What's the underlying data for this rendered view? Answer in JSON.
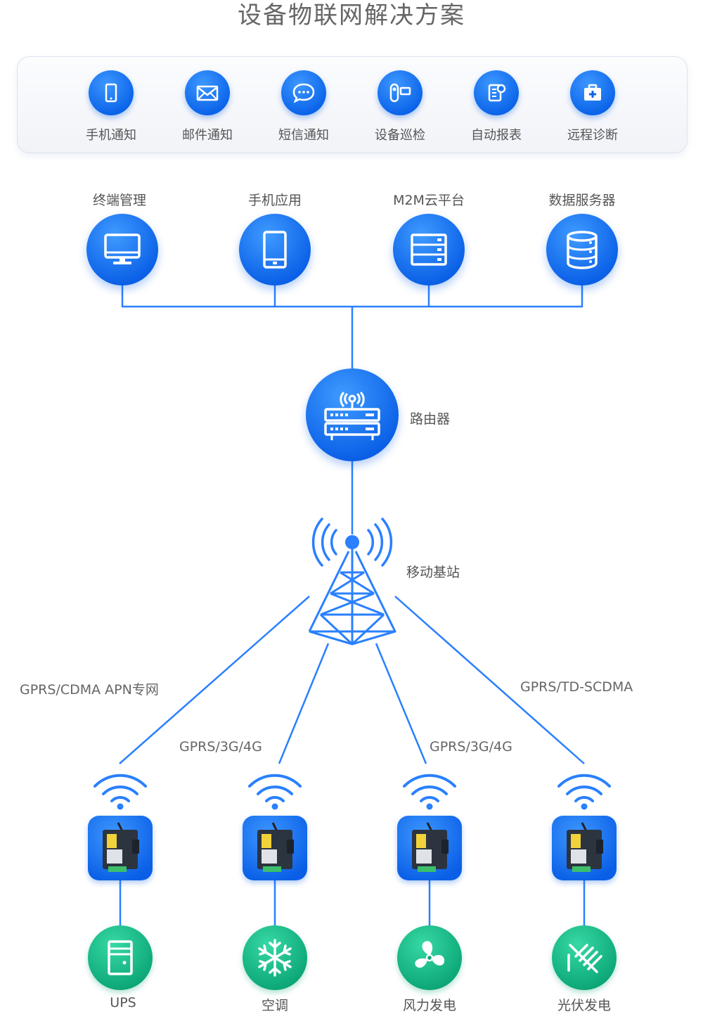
{
  "title": "设备物联网解决方案",
  "services": [
    {
      "label": "手机通知",
      "icon": "phone-icon"
    },
    {
      "label": "邮件通知",
      "icon": "mail-icon"
    },
    {
      "label": "短信通知",
      "icon": "chat-icon"
    },
    {
      "label": "设备巡检",
      "icon": "camera-icon"
    },
    {
      "label": "自动报表",
      "icon": "report-icon"
    },
    {
      "label": "远程诊断",
      "icon": "medical-kit-icon"
    }
  ],
  "platforms": [
    {
      "label": "终端管理",
      "icon": "monitor-icon"
    },
    {
      "label": "手机应用",
      "icon": "tablet-icon"
    },
    {
      "label": "M2M云平台",
      "icon": "server-rack-icon"
    },
    {
      "label": "数据服务器",
      "icon": "database-icon"
    }
  ],
  "router": {
    "label": "路由器",
    "icon": "router-icon"
  },
  "tower": {
    "label": "移动基站",
    "icon": "cell-tower-icon"
  },
  "networks": {
    "left_outer": "GPRS/CDMA APN专网",
    "left_inner": "GPRS/3G/4G",
    "right_inner": "GPRS/3G/4G",
    "right_outer": "GPRS/TD-SCDMA"
  },
  "devices": [
    {
      "label": "UPS",
      "icon": "ups-icon"
    },
    {
      "label": "空调",
      "icon": "snowflake-icon"
    },
    {
      "label": "风力发电",
      "icon": "fan-icon"
    },
    {
      "label": "光伏发电",
      "icon": "solar-panel-icon"
    }
  ],
  "colors": {
    "primary_blue": "#0a63e8",
    "line_blue": "#2a80ff",
    "device_green": "#0aa374"
  }
}
